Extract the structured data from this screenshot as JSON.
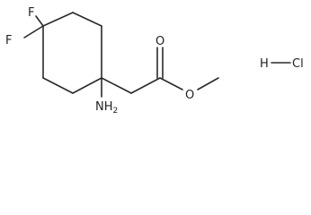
{
  "molecule": {
    "atoms": {
      "fluorine_1": "F",
      "fluorine_2": "F",
      "amine": "NH",
      "amine_subscript": "2",
      "carbonyl_oxygen": "O",
      "ester_oxygen": "O"
    }
  },
  "salt": {
    "hydrogen": "H",
    "chlorine": "Cl"
  }
}
